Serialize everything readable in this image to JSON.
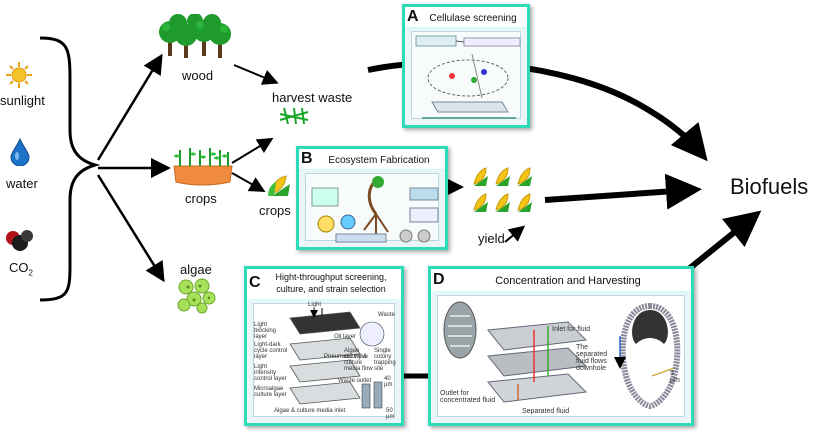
{
  "inputs": {
    "sunlight": "sunlight",
    "water": "water",
    "co2": "CO",
    "co2_sub": "2"
  },
  "sources": {
    "wood": "wood",
    "crops": "crops",
    "algae": "algae"
  },
  "intermediates": {
    "harvest_waste": "harvest waste",
    "crops_small": "crops",
    "yield": "yield"
  },
  "output": "Biofuels",
  "panels": {
    "a": {
      "letter": "A",
      "title": "Cellulase screening"
    },
    "b": {
      "letter": "B",
      "title": "Ecosystem Fabrication"
    },
    "c": {
      "letter": "C",
      "title_line1": "Hight-throughput screening,",
      "title_line2": "culture, and strain selection",
      "labels": [
        "Light",
        "Light blocking layer",
        "Light-dark cycle control layer",
        "Light intensity control layer",
        "Microalgae culture layer",
        "Algae & culture media inlet",
        "Waste",
        "Algae colony & culture media flow",
        "Single colony trapping site",
        "40 µm",
        "50 µm",
        "Oil layer",
        "Pneumatic valve",
        "Waste outlet"
      ]
    },
    "d": {
      "letter": "D",
      "title": "Concentration and Harvesting",
      "labels": [
        "Inlet for fluid",
        "The separated fluid flows downhole",
        "Outlet for concentrated fluid",
        "Separated fluid",
        "5 µm"
      ]
    }
  },
  "colors": {
    "panel_border": "#2ddbb8",
    "arrow": "#000000"
  }
}
